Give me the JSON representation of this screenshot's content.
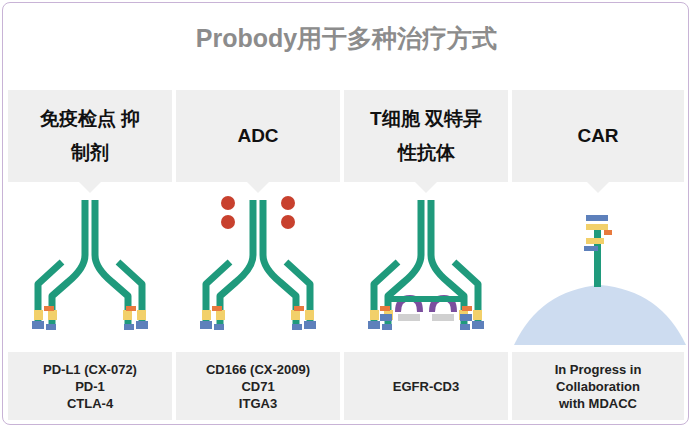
{
  "diagram": {
    "title": "Probody用于多种治疗方式",
    "nodes": [
      {
        "text": [
          "免疫检点 抑制剂"
        ]
      },
      {
        "text": [
          "ADC"
        ]
      },
      {
        "text": [
          "T细胞 双特异性抗体"
        ]
      },
      {
        "text": [
          "CAR"
        ]
      },
      {
        "text": [
          "PD-L1 (CX-072)",
          "PD-1",
          "CTLA-4"
        ]
      },
      {
        "text": [
          "CD166 (CX-2009)",
          "CD71",
          "ITGA3"
        ]
      },
      {
        "text": [
          "EGFR-CD3"
        ]
      },
      {
        "text": [
          "In Progress in Collaboration with MDACC"
        ]
      }
    ]
  }
}
